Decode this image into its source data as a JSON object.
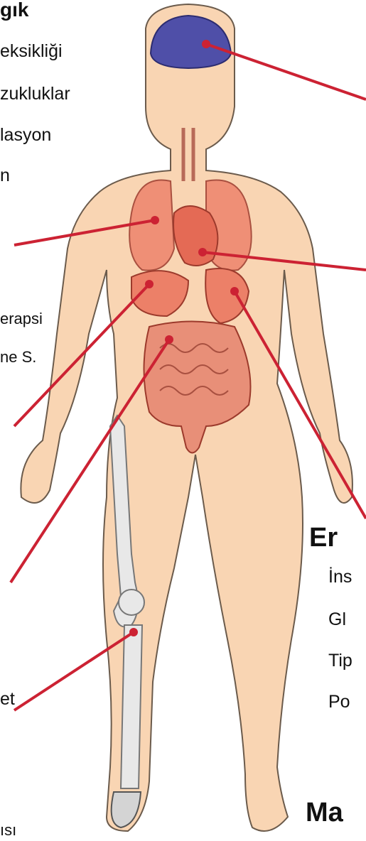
{
  "colors": {
    "skin": "#f9d5b3",
    "skin_outline": "#6b5b4c",
    "brain": "#4f4fa8",
    "organ": "#ef8f76",
    "organ_dark": "#c85a48",
    "pointer": "#cc2233",
    "prosthetic": "#e8e8e8"
  },
  "left_labels": {
    "heading": "gık",
    "line1": "eksikliği",
    "line2": "zukluklar",
    "line3": "lasyon",
    "line4": "n",
    "line5": "erapsi",
    "line6": "ne S.",
    "line7": "et",
    "line8": "ısı"
  },
  "right_labels": {
    "heading": "Er",
    "line1": "İns",
    "line2": "Gl",
    "line3": "Tip",
    "line4": "Po",
    "heading2": "Ma"
  }
}
